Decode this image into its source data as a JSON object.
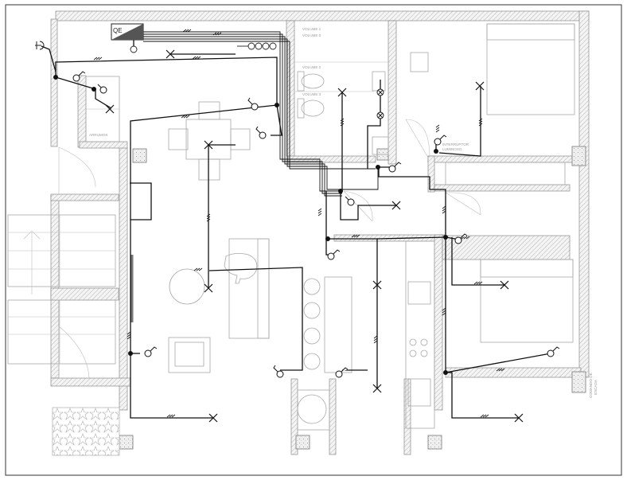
{
  "plan": {
    "panel_label": "QE",
    "room_labels": {
      "bath_volume_1": "VOLUME 1",
      "bath_volume_0": "VOLUME 0",
      "bath_volume_2": "VOLUME 2",
      "bath_volume_3": "VOLUME 3",
      "storage": "ARRUMOS",
      "corridor_switch_1": "INTERRUPTOR",
      "corridor_switch_2": "LUMINOSO",
      "landing_1": "COMANDO DE",
      "landing_2": "ESCADA"
    },
    "icons": {
      "light_point": "cross-light-icon",
      "switch": "switch-icon",
      "socket": "socket-icon",
      "junction": "junction-dot-icon",
      "panel": "distribution-board-icon",
      "bell": "bell-icon"
    },
    "colors": {
      "wire": "#111111",
      "wall_hatch": "#b5b5b5",
      "furniture": "#a8a8a8",
      "background": "#ffffff"
    }
  }
}
